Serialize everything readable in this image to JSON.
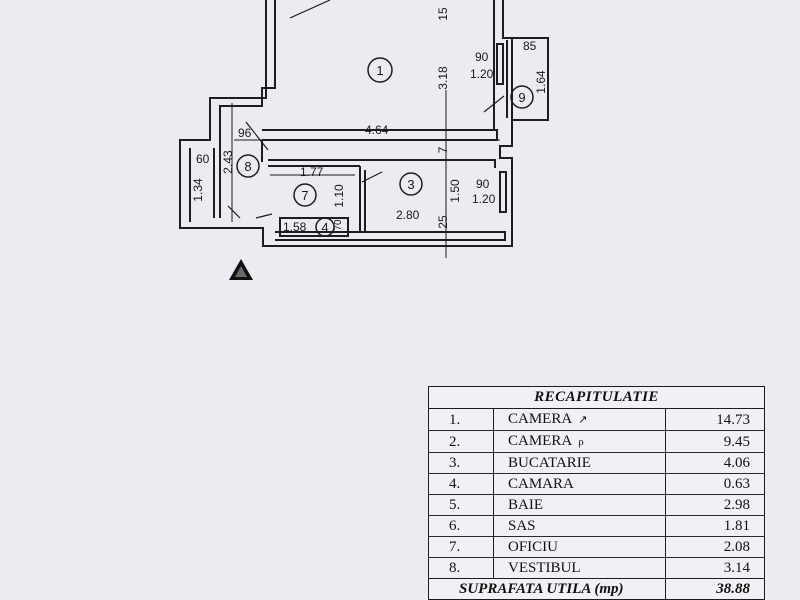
{
  "plan": {
    "rooms": {
      "r1": "1",
      "r3": "3",
      "r4": "4",
      "r7": "7",
      "r8": "8",
      "r9": "9"
    },
    "dimensions": {
      "d_15": "15",
      "d_318": "3.18",
      "d_90_top": "90",
      "d_120_top": "1.20",
      "d_85": "85",
      "d_164": "1.64",
      "d_96": "96",
      "d_464": "4.64",
      "d_7": "7",
      "d_60": "60",
      "d_243": "2.43",
      "d_134": "1.34",
      "d_177": "1.77",
      "d_110": "1.10",
      "d_150": "1.50",
      "d_90_bot": "90",
      "d_120_bot": "1.20",
      "d_280": "2.80",
      "d_25": "25",
      "d_158": "1.58",
      "d_70": "70"
    },
    "north_icon": "north-arrow-icon"
  },
  "recap": {
    "title": "RECAPITULATIE",
    "rows": [
      {
        "num": "1.",
        "name": "CAMERA",
        "value": "14.73"
      },
      {
        "num": "2.",
        "name": "CAMERA",
        "value": "9.45"
      },
      {
        "num": "3.",
        "name": "BUCATARIE",
        "value": "4.06"
      },
      {
        "num": "4.",
        "name": "CAMARA",
        "value": "0.63"
      },
      {
        "num": "5.",
        "name": "BAIE",
        "value": "2.98"
      },
      {
        "num": "6.",
        "name": "SAS",
        "value": "1.81"
      },
      {
        "num": "7.",
        "name": "OFICIU",
        "value": "2.08"
      },
      {
        "num": "8.",
        "name": "VESTIBUL",
        "value": "3.14"
      }
    ],
    "total_label": "SUPRAFATA UTILA (mp)",
    "total_value": "38.88"
  }
}
